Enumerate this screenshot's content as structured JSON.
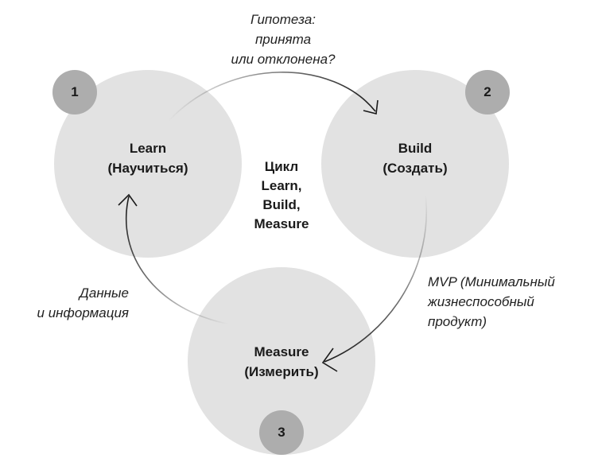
{
  "learn": {
    "title": "Learn",
    "subtitle": "(Научиться)",
    "number": "1"
  },
  "build": {
    "title": "Build",
    "subtitle": "(Создать)",
    "number": "2"
  },
  "measure": {
    "title": "Measure",
    "subtitle": "(Измерить)",
    "number": "3"
  },
  "center": {
    "lines": [
      "Цикл",
      "Learn,",
      "Build,",
      "Measure"
    ]
  },
  "notes": {
    "hypothesis": [
      "Гипотеза:",
      "принята",
      "или отклонена?"
    ],
    "mvp": [
      "MVP (Минимальный",
      "жизнеспособный",
      "продукт)"
    ],
    "data": [
      "Данные",
      "и информация"
    ]
  },
  "colors": {
    "circle": "#e2e2e2",
    "badge": "#adadad",
    "arrow": "#1a1a1a"
  }
}
